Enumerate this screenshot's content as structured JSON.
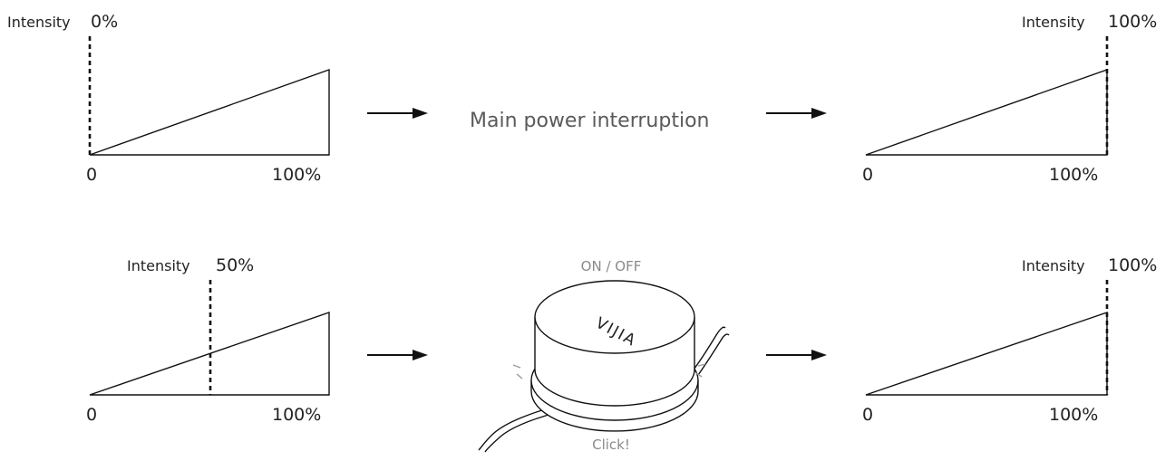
{
  "panels": {
    "top_left": {
      "intensity_label": "Intensity",
      "intensity_value": "0%",
      "axis_start": "0",
      "axis_end": "100%",
      "level": 0
    },
    "top_right": {
      "intensity_label": "Intensity",
      "intensity_value": "100%",
      "axis_start": "0",
      "axis_end": "100%",
      "level": 1
    },
    "bottom_left": {
      "intensity_label": "Intensity",
      "intensity_value": "50%",
      "axis_start": "0",
      "axis_end": "100%",
      "level": 0.5
    },
    "bottom_right": {
      "intensity_label": "Intensity",
      "intensity_value": "100%",
      "axis_start": "0",
      "axis_end": "100%",
      "level": 1
    }
  },
  "events": {
    "power": "Main power interruption",
    "switch_title": "ON / OFF",
    "switch_brand": "VIJIA",
    "switch_caption": "Click!"
  },
  "colors": {
    "ink": "#111111",
    "muted": "#8a8a8a"
  }
}
